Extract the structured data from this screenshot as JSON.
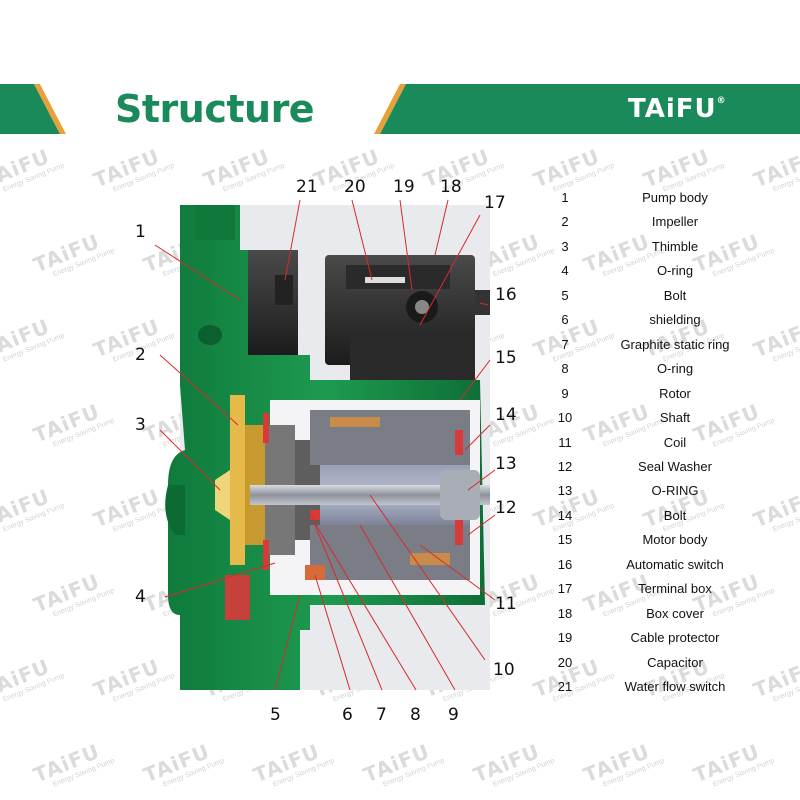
{
  "header": {
    "title": "Structure",
    "brand": "TAiFU",
    "brand_mark": "®",
    "color_primary": "#1a8a5a",
    "color_accent": "#e8a03a"
  },
  "watermark": {
    "brand": "TAiFU",
    "tagline": "Energy Saving Pump"
  },
  "callouts": [
    "1",
    "2",
    "3",
    "4",
    "5",
    "6",
    "7",
    "8",
    "9",
    "10",
    "11",
    "12",
    "13",
    "14",
    "15",
    "16",
    "17",
    "18",
    "19",
    "20",
    "21"
  ],
  "legend": [
    {
      "num": "1",
      "name": "Pump body"
    },
    {
      "num": "2",
      "name": "Impeller"
    },
    {
      "num": "3",
      "name": "Thimble"
    },
    {
      "num": "4",
      "name": "O-ring"
    },
    {
      "num": "5",
      "name": "Bolt"
    },
    {
      "num": "6",
      "name": "shielding"
    },
    {
      "num": "7",
      "name": "Graphite static ring"
    },
    {
      "num": "8",
      "name": "O-ring"
    },
    {
      "num": "9",
      "name": "Rotor"
    },
    {
      "num": "10",
      "name": "Shaft"
    },
    {
      "num": "11",
      "name": "Coil"
    },
    {
      "num": "12",
      "name": "Seal Washer"
    },
    {
      "num": "13",
      "name": "O-RING"
    },
    {
      "num": "14",
      "name": "Bolt"
    },
    {
      "num": "15",
      "name": "Motor body"
    },
    {
      "num": "16",
      "name": "Automatic switch"
    },
    {
      "num": "17",
      "name": "Terminal box"
    },
    {
      "num": "18",
      "name": "Box cover"
    },
    {
      "num": "19",
      "name": "Cable protector"
    },
    {
      "num": "20",
      "name": "Capacitor"
    },
    {
      "num": "21",
      "name": "Water flow switch"
    }
  ]
}
